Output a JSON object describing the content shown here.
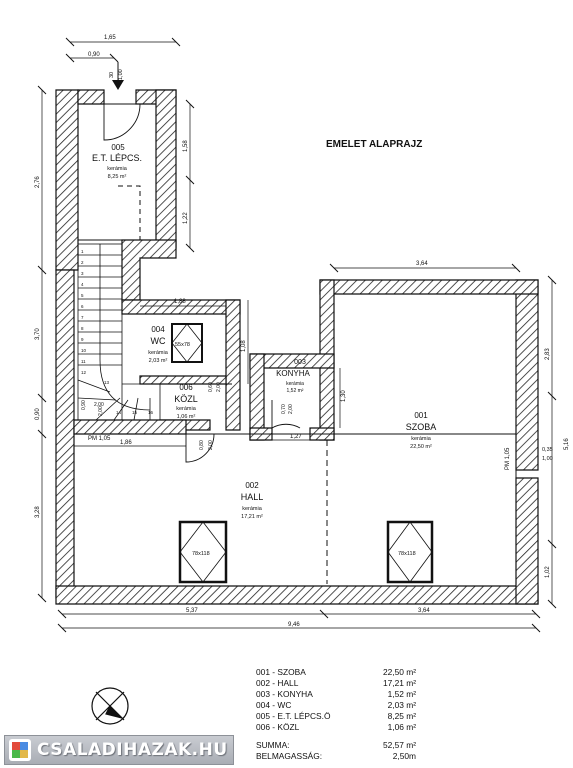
{
  "plan": {
    "title": "EMELET ALAPRAJZ",
    "dims": {
      "top_total": "1,65",
      "top_left": "0,90",
      "top_small_a": "30",
      "top_small_b": "1,00",
      "left_1": "2,76",
      "left_2": "3,70",
      "left_3": "0,90",
      "left_4": "3,28",
      "stair_right_1": "1,58",
      "stair_right_2": "1,22",
      "wc_width": "1,88",
      "wc_right": "1,08",
      "room001_top": "3,64",
      "room001_right": "2,83",
      "room001_small_1": "0,35",
      "room001_small_2": "1,00",
      "room001_far": "5,16",
      "room001_lower": "1,02",
      "konyha_width": "1,27",
      "konyha_side": "1,30",
      "konyha_door_a": "0,70",
      "konyha_door_b": "2,00",
      "pm_left": "PM 1,05",
      "pm_right": "PM 1,05",
      "hall_width_top": "1,86",
      "hall_left_door_a": "0,80",
      "hall_left_door_b": "2,00",
      "kozl_door_a": "0,60",
      "kozl_door_b": "2,00",
      "stair_door_a": "0,90",
      "stair_door_b": "2,00",
      "bottom_left": "5,37",
      "bottom_right": "3,64",
      "bottom_total": "9,46"
    },
    "rooms": [
      {
        "code": "005",
        "name": "E.T. LÉPCS.",
        "floor": "kerámia",
        "area": "8,25 m²"
      },
      {
        "code": "004",
        "name": "WC",
        "floor": "kerámia",
        "area": "2,03 m²"
      },
      {
        "code": "006",
        "name": "KÖZL",
        "floor": "kerámia",
        "area": "1,06 m²"
      },
      {
        "code": "003",
        "name": "KONYHA",
        "floor": "kerámia",
        "area": "1,52 m²"
      },
      {
        "code": "001",
        "name": "SZOBA",
        "floor": "kerámia",
        "area": "22,50 m²"
      },
      {
        "code": "002",
        "name": "HALL",
        "floor": "kerámia",
        "area": "17,21 m²"
      }
    ],
    "skylights": {
      "small": "55x78",
      "hall": "78x118",
      "szoba": "78x118"
    },
    "stair_steps": [
      "1",
      "2",
      "3",
      "4",
      "5",
      "6",
      "7",
      "8",
      "9",
      "10",
      "11",
      "12",
      "13",
      "14",
      "15",
      "16"
    ],
    "stair_label": "2,00"
  },
  "table": {
    "rows": [
      {
        "name": "001 - SZOBA",
        "area": "22,50 m²"
      },
      {
        "name": "002 - HALL",
        "area": "17,21 m²"
      },
      {
        "name": "003 - KONYHA",
        "area": "1,52 m²"
      },
      {
        "name": "004 - WC",
        "area": "2,03 m²"
      },
      {
        "name": "005 - E.T. LÉPCS.Ö",
        "area": "8,25 m²"
      },
      {
        "name": "006 - KÖZL",
        "area": "1,06 m²"
      }
    ],
    "sum_label": "SUMMA:",
    "sum_value": "52,57 m²",
    "height_label": "BELMAGASSÁG:",
    "height_value": "2,50m"
  },
  "logo": {
    "text": "CSALADIHAZAK.HU",
    "colors": [
      "#e24a3b",
      "#4a8be2",
      "#4ab84a",
      "#e2b84a"
    ]
  }
}
